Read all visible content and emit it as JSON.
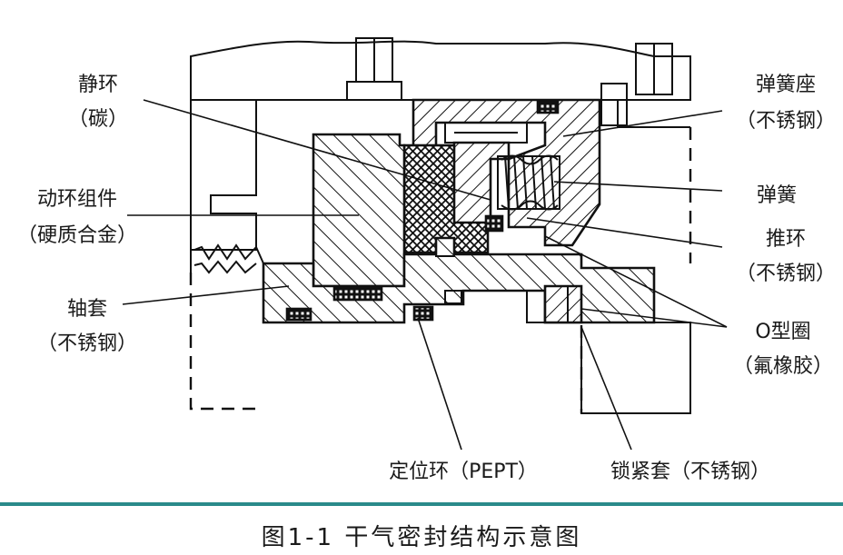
{
  "labels": {
    "stationary_ring": "静环",
    "stationary_ring_mat": "（碳）",
    "rotating_ring": "动环组件",
    "rotating_ring_mat": "（硬质合金）",
    "shaft_sleeve": "轴套",
    "shaft_sleeve_mat": "（不锈钢）",
    "spring_seat": "弹簧座",
    "spring_seat_mat": "（不锈钢）",
    "spring": "弹簧",
    "push_ring": "推环",
    "push_ring_mat": "（不锈钢）",
    "o_ring": "O型圈",
    "o_ring_mat": "（氟橡胶）",
    "locating_ring": "定位环（PEPT）",
    "lock_sleeve": "锁紧套（不锈钢）"
  },
  "caption": "图1-1  干气密封结构示意图",
  "colors": {
    "rule": "#2a8a8a",
    "ink": "#111111"
  }
}
